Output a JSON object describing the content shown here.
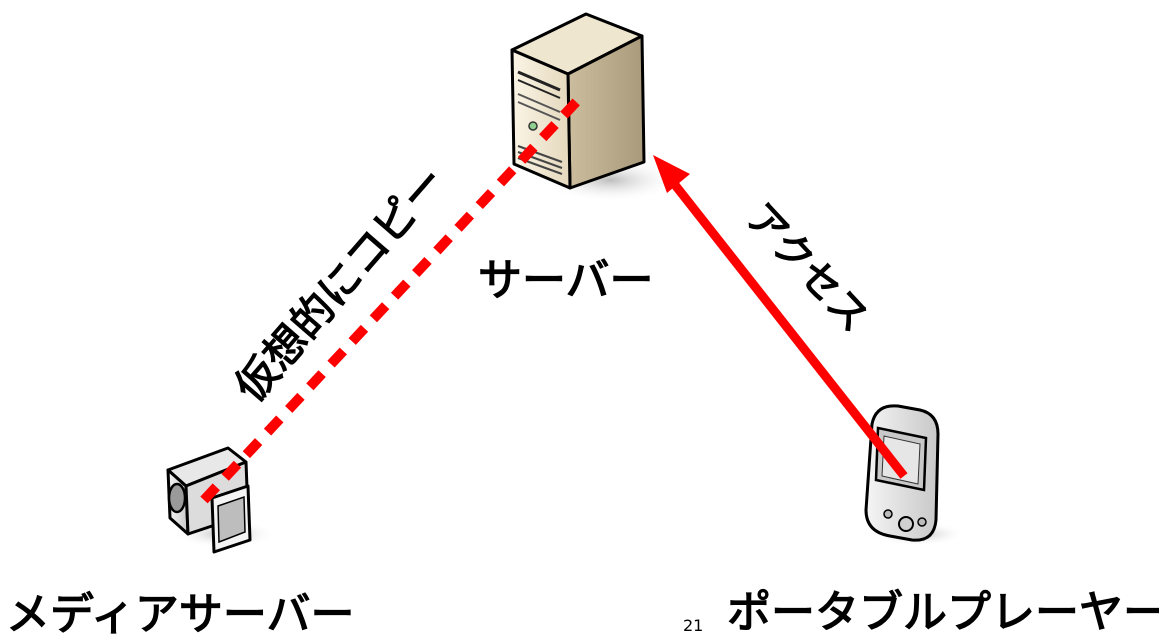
{
  "diagram": {
    "nodes": {
      "server": {
        "label": "サーバー",
        "icon": "server-tower-icon"
      },
      "media_server": {
        "label": "メディアサーバー",
        "icon": "video-camera-icon"
      },
      "portable_player": {
        "label": "ポータブルプレーヤー",
        "icon": "portable-player-icon"
      }
    },
    "edges": {
      "virtual_copy": {
        "label": "仮想的にコピー",
        "from": "media_server",
        "to": "server",
        "style": "dashed",
        "color": "#ff0000"
      },
      "access": {
        "label": "アクセス",
        "from": "portable_player",
        "to": "server",
        "style": "solid-arrow",
        "color": "#ff0000"
      }
    }
  },
  "page_number": "21"
}
